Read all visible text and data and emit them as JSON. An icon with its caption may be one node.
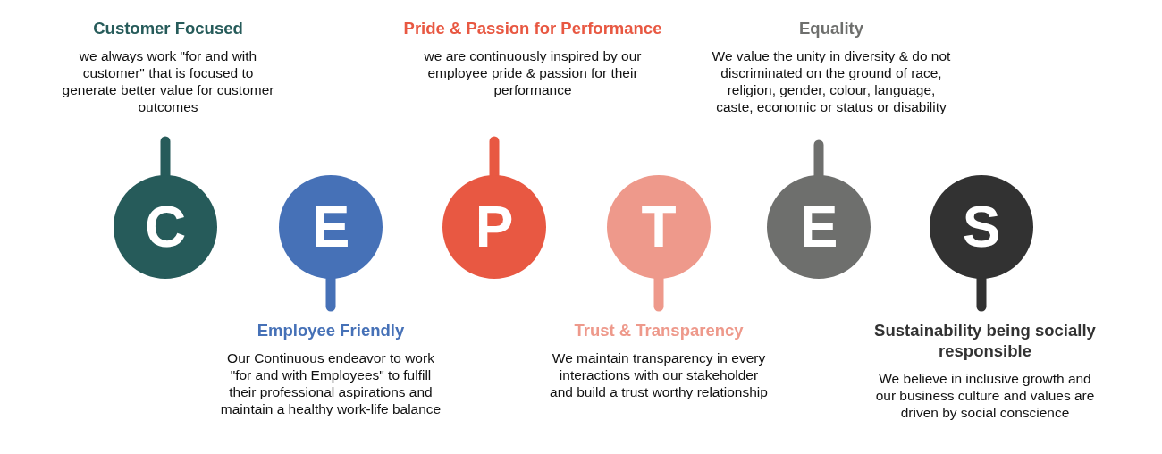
{
  "diagram": {
    "nodes": [
      {
        "text": [
          "C"
        ]
      },
      {
        "text": [
          "E"
        ]
      },
      {
        "text": [
          "P"
        ]
      },
      {
        "text": [
          "T"
        ]
      },
      {
        "text": [
          "E"
        ]
      },
      {
        "text": [
          "S"
        ]
      },
      {
        "text": [
          "Customer Focused",
          "we always work \"for and with customer\" that is focused to generate better value for customer outcomes"
        ]
      },
      {
        "text": [
          "Employee Friendly",
          "Our Continuous endeavor to work \"for and with Employees\" to fulfill their professional aspirations and maintain a healthy work-life balance"
        ]
      },
      {
        "text": [
          "Pride & Passion for Performance",
          "we are continuously inspired by our employee pride & passion for their performance"
        ]
      },
      {
        "text": [
          "Trust & Transparency",
          "We maintain transparency in every interactions with our stakeholder and build a trust worthy relationship"
        ]
      },
      {
        "text": [
          "Equality",
          "We value the unity in diversity & do not discriminated on the ground of race, religion, gender, colour, language, caste, economic or status or disability"
        ]
      },
      {
        "text": [
          "Sustainability being socially responsible",
          "We believe in inclusive growth and our business culture and values are driven by social conscience"
        ]
      }
    ],
    "edges": [
      {
        "from": 0,
        "to": 6,
        "arrow": "none",
        "color": "#265b5a"
      },
      {
        "from": 1,
        "to": 7,
        "arrow": "none",
        "color": "#4671b7"
      },
      {
        "from": 2,
        "to": 8,
        "arrow": "none",
        "color": "#e85842"
      },
      {
        "from": 3,
        "to": 9,
        "arrow": "none",
        "color": "#ee998b"
      },
      {
        "from": 4,
        "to": 10,
        "arrow": "none",
        "color": "#6e6f6d"
      },
      {
        "from": 5,
        "to": 11,
        "arrow": "none",
        "color": "#323232"
      }
    ]
  }
}
